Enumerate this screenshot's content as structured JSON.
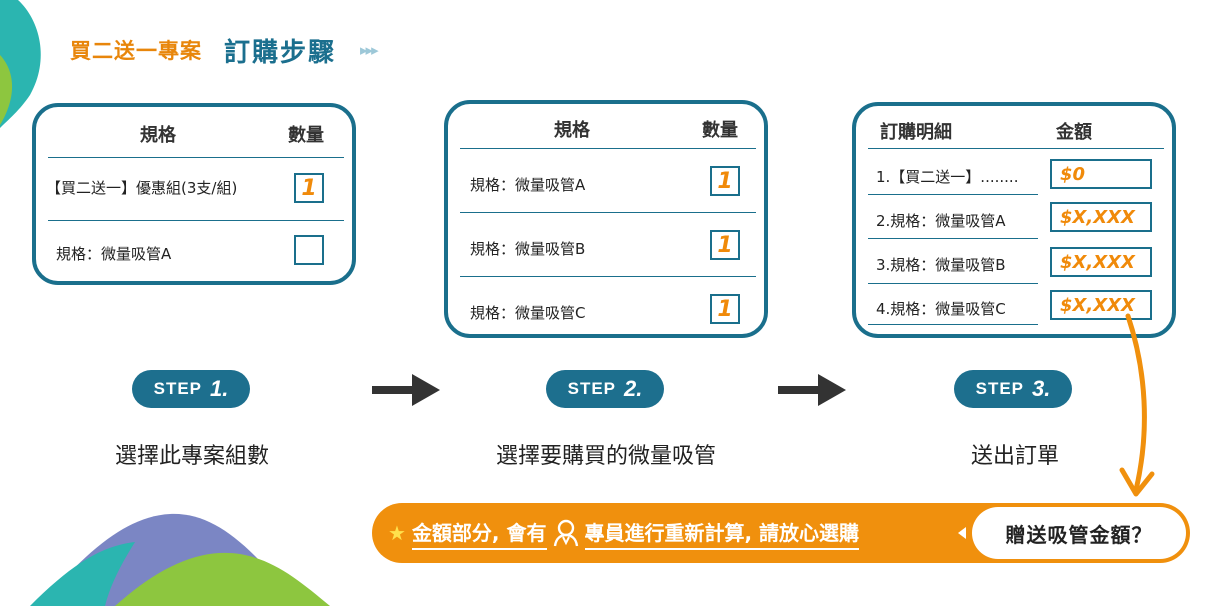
{
  "header": {
    "promo": "買二送一專案",
    "title": "訂購步驟",
    "chevrons": "▸▸▸"
  },
  "step1_card": {
    "col_spec": "規格",
    "col_qty": "數量",
    "rows": [
      {
        "label": "【買二送一】優惠組(3支/組)",
        "qty": "1"
      },
      {
        "label": "規格：微量吸管A",
        "qty": ""
      }
    ]
  },
  "step2_card": {
    "col_spec": "規格",
    "col_qty": "數量",
    "rows": [
      {
        "label": "規格：微量吸管A",
        "qty": "1"
      },
      {
        "label": "規格：微量吸管B",
        "qty": "1"
      },
      {
        "label": "規格：微量吸管C",
        "qty": "1"
      }
    ]
  },
  "step3_card": {
    "col_detail": "訂購明細",
    "col_amount": "金額",
    "rows": [
      {
        "label": "1.【買二送一】........",
        "amount": "$0"
      },
      {
        "label": "2.規格：微量吸管A",
        "amount": "$X,XXX"
      },
      {
        "label": "3.規格：微量吸管B",
        "amount": "$X,XXX"
      },
      {
        "label": "4.規格：微量吸管C",
        "amount": "$X,XXX"
      }
    ]
  },
  "steps": [
    {
      "word": "STEP",
      "num": "1.",
      "caption": "選擇此專案組數"
    },
    {
      "word": "STEP",
      "num": "2.",
      "caption": "選擇要購買的微量吸管"
    },
    {
      "word": "STEP",
      "num": "3.",
      "caption": "送出訂單"
    }
  ],
  "banner": {
    "star": "★",
    "msg_part1": "金額部分, 會有",
    "msg_part2": "專員進行重新計算, 請放心選購",
    "question": "贈送吸管金額？"
  },
  "colors": {
    "teal": "#1a6f8c",
    "orange": "#f0900d",
    "arrow": "#333333"
  }
}
